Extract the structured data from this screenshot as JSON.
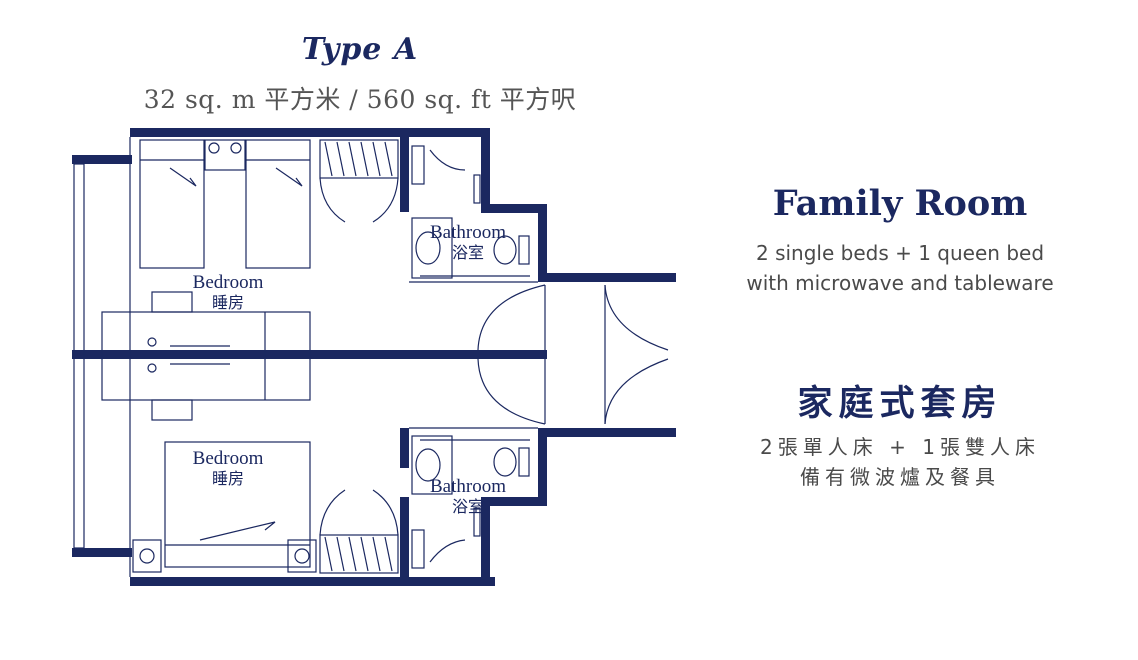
{
  "plan": {
    "title": "Type A",
    "area": "32 sq. m 平方米 / 560 sq. ft 平方呎",
    "labels": {
      "bedroom_en": "Bedroom",
      "bedroom_zh": "睡房",
      "bathroom_en": "Bathroom",
      "bathroom_zh": "浴室"
    },
    "colors": {
      "wall": "#1b2860",
      "text": "#1b2860",
      "subtext": "#4a4a4a"
    }
  },
  "room": {
    "name_en": "Family Room",
    "desc_en_line1": "2 single beds + 1 queen bed",
    "desc_en_line2": "with microwave and tableware",
    "name_zh": "家庭式套房",
    "desc_zh_line1": "2張單人床 + 1張雙人床",
    "desc_zh_line2": "備有微波爐及餐具"
  }
}
